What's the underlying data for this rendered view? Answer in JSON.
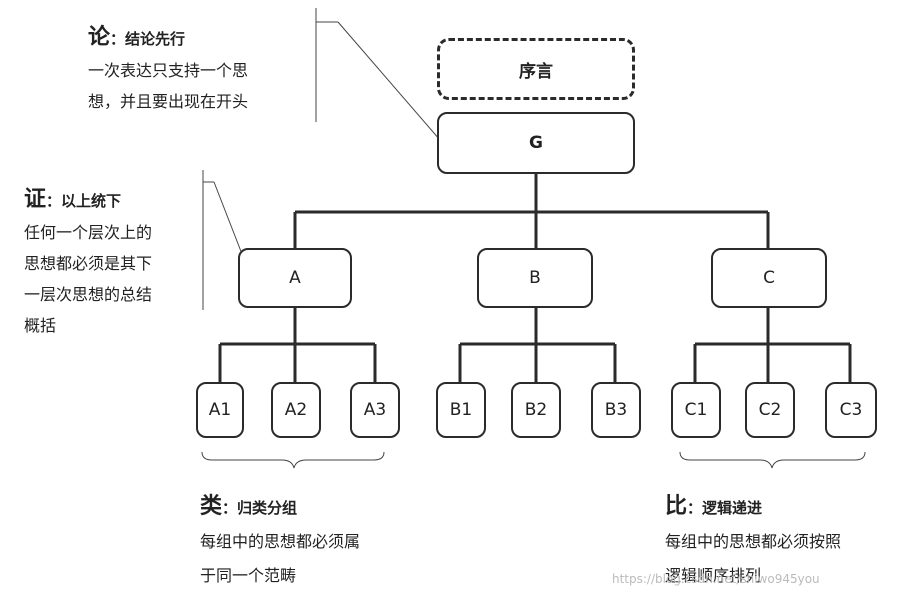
{
  "preface": "序言",
  "root": "G",
  "level1": [
    "A",
    "B",
    "C"
  ],
  "level2": [
    [
      "A1",
      "A2",
      "A3"
    ],
    [
      "B1",
      "B2",
      "B3"
    ],
    [
      "C1",
      "C2",
      "C3"
    ]
  ],
  "notes": {
    "conclusion": {
      "char": "论",
      "sep": "：",
      "title": "结论先行",
      "lines": [
        "一次表达只支持一个思",
        "想，并且要出现在开头"
      ]
    },
    "support": {
      "char": "证",
      "sep": "：",
      "title": "以上统下",
      "lines": [
        "任何一个层次上的",
        "思想都必须是其下",
        "一层次思想的总结",
        "概括"
      ]
    },
    "group": {
      "char": "类",
      "sep": "：",
      "title": "归类分组",
      "lines": [
        "每组中的思想都必须属",
        "于同一个范畴"
      ]
    },
    "logic": {
      "char": "比",
      "sep": "：",
      "title": "逻辑递进",
      "lines": [
        "每组中的思想都必须按照",
        "逻辑顺序排列"
      ]
    }
  },
  "watermark": "https://blog.csdn.net/shiwo945you"
}
